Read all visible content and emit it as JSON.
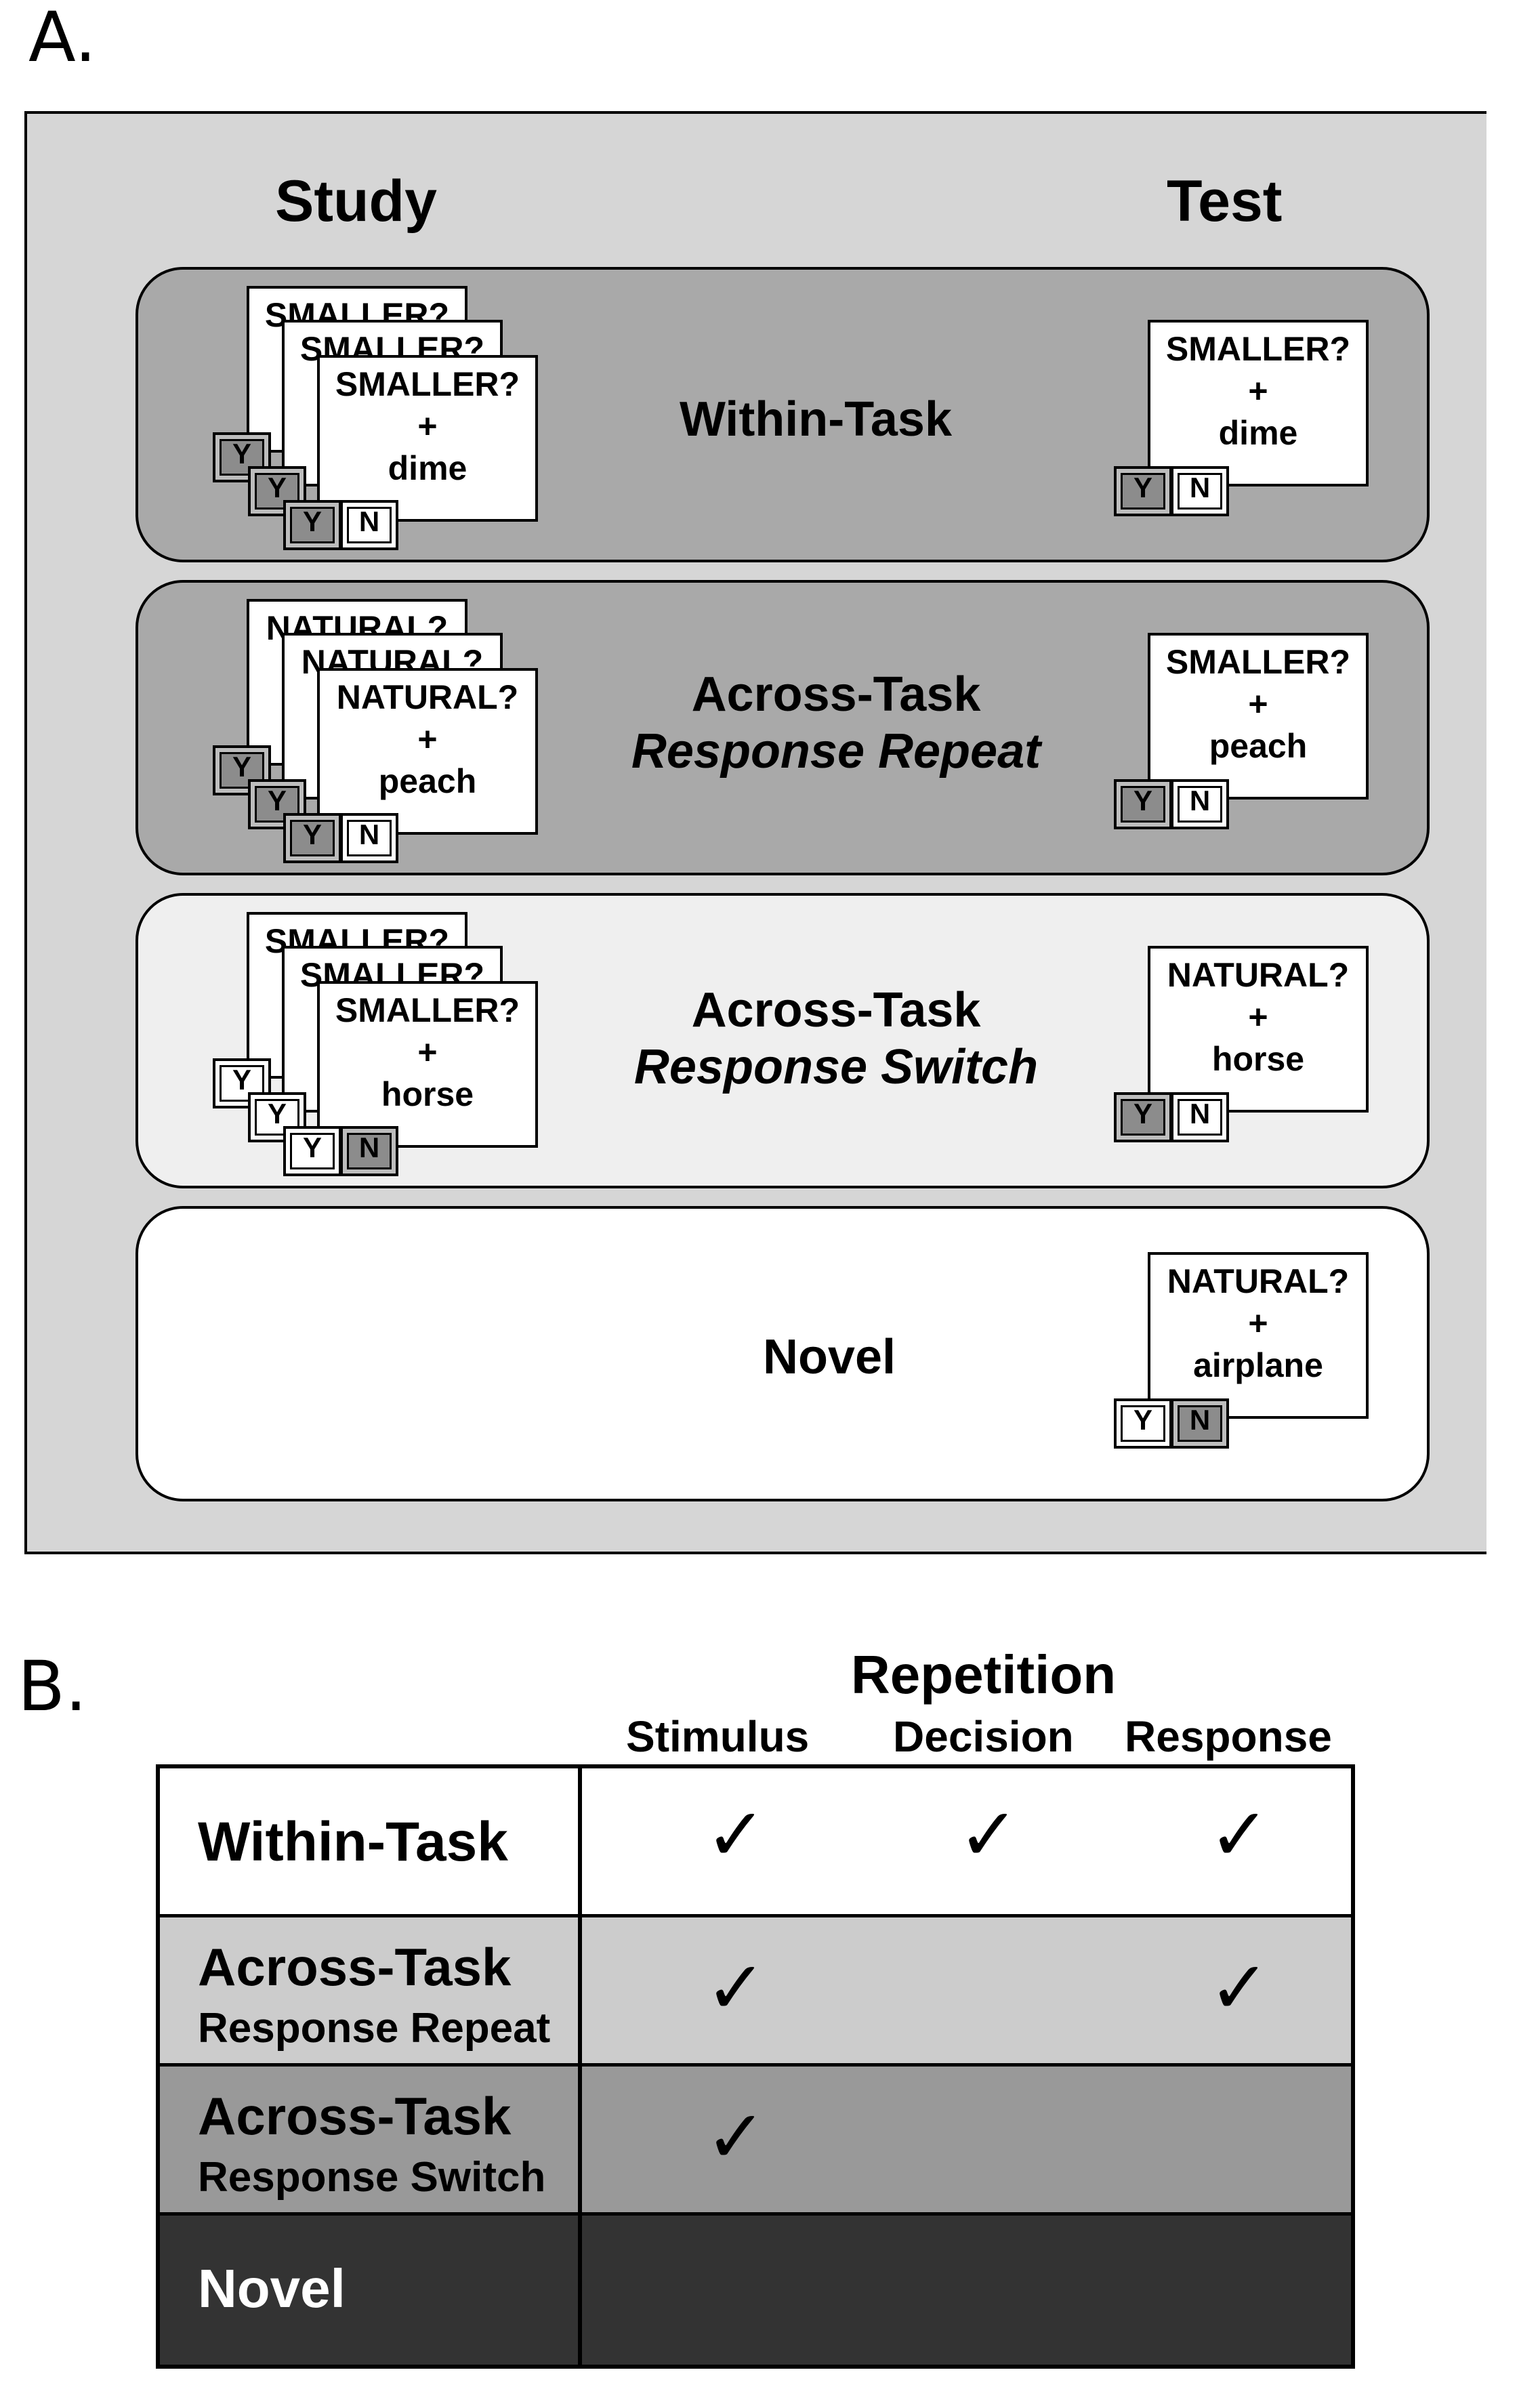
{
  "panel_a": {
    "letter": "A.",
    "headers": {
      "study": "Study",
      "test": "Test"
    },
    "conditions": [
      {
        "label": "Within-Task",
        "sub": "",
        "bg": "#a9a9a9",
        "study_task": "SMALLER?",
        "study_word": "dime",
        "study_cut_top": "SMALLER?",
        "study_cut_mid": "SMALLER?",
        "test_task": "SMALLER?",
        "test_word": "dime",
        "pressed": "Y"
      },
      {
        "label": "Across-Task",
        "sub": "Response Repeat",
        "bg": "#a9a9a9",
        "study_task": "NATURAL?",
        "study_word": "peach",
        "study_cut_top": "NATURAL?",
        "study_cut_mid": "NATURAL?",
        "test_task": "SMALLER?",
        "test_word": "peach",
        "pressed": "Y"
      },
      {
        "label": "Across-Task",
        "sub": "Response Switch",
        "bg": "#efefef",
        "study_task": "SMALLER?",
        "study_word": "horse",
        "study_cut_top": "SMALLER?",
        "study_cut_mid": "SMALLER?",
        "test_task": "NATURAL?",
        "test_word": "horse",
        "pressed": "Y"
      },
      {
        "label": "Novel",
        "sub": "",
        "bg": "#ffffff",
        "test_task": "NATURAL?",
        "test_word": "airplane",
        "pressed": "N"
      }
    ],
    "plus": "+",
    "key_yes": "Y",
    "key_no": "N"
  },
  "panel_b": {
    "letter": "B.",
    "group_header": "Repetition",
    "columns": [
      "Stimulus",
      "Decision",
      "Response"
    ],
    "check_symbol": "✓",
    "rows": [
      {
        "name": "Within-Task",
        "sub": "",
        "bg": "#ffffff",
        "text_color": "#000000",
        "checks": [
          true,
          true,
          true
        ]
      },
      {
        "name": "Across-Task",
        "sub": "Response Repeat",
        "bg": "#cccccc",
        "text_color": "#000000",
        "checks": [
          true,
          false,
          true
        ]
      },
      {
        "name": "Across-Task",
        "sub": "Response Switch",
        "bg": "#999999",
        "text_color": "#000000",
        "checks": [
          true,
          false,
          false
        ]
      },
      {
        "name": "Novel",
        "sub": "",
        "bg": "#333333",
        "text_color": "#ffffff",
        "checks": [
          false,
          false,
          false
        ]
      }
    ]
  }
}
